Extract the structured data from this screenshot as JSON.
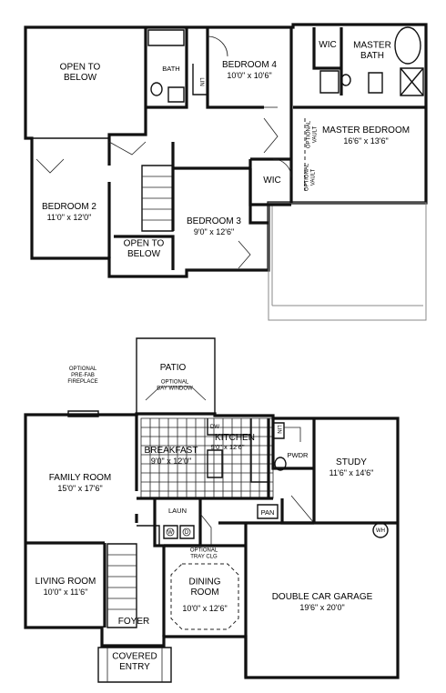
{
  "upper_floor": {
    "open_to_below_1": "OPEN TO\nBELOW",
    "bath": "BATH",
    "lin_upper": "LIN",
    "bedroom4": {
      "name": "BEDROOM 4",
      "size": "10'0\" x 10'6\""
    },
    "wic_1": "WIC",
    "master_bath": "MASTER\nBATH",
    "optional_vault_1": "OPTIONAL\nVAULT",
    "master_bedroom": {
      "name": "MASTER BEDROOM",
      "size": "16'6\" x 13'6\""
    },
    "optional_vault_2": "OPTIONAL\nVAULT",
    "wic_2": "WIC",
    "bedroom2": {
      "name": "BEDROOM 2",
      "size": "11'0\" x 12'0\""
    },
    "bedroom3": {
      "name": "BEDROOM 3",
      "size": "9'0\" x 12'6\""
    },
    "open_to_below_2": "OPEN TO\nBELOW"
  },
  "lower_floor": {
    "patio": "PATIO",
    "optional_fireplace": "OPTIONAL\nPRE-FAB\nFIREPLACE",
    "optional_bay_window": "OPTIONAL\nBAY WINDOW",
    "kitchen": {
      "name": "KITCHEN",
      "size": "9'0\" x 12'6\""
    },
    "dw": "DW",
    "lin_lower": "LIN",
    "pwdr": "PWDR",
    "breakfast": {
      "name": "BREAKFAST",
      "size": "9'0\" x 12'0\""
    },
    "family_room": {
      "name": "FAMILY ROOM",
      "size": "15'0\" x 17'6\""
    },
    "study": {
      "name": "STUDY",
      "size": "11'6\" x 14'6\""
    },
    "laun": "LAUN",
    "pan": "PAN",
    "appliance_w": "W",
    "appliance_d": "D",
    "optional_tray_clg": "OPTIONAL\nTRAY CLG",
    "dining_room": {
      "name": "DINING\nROOM",
      "size": "10'0\" x 12'6\""
    },
    "living_room": {
      "name": "LIVING ROOM",
      "size": "10'0\" x 11'6\""
    },
    "double_car_garage": {
      "name": "DOUBLE CAR GARAGE",
      "size": "19'6\" x 20'0\""
    },
    "water_heater": "WH",
    "foyer": "FOYER",
    "covered_entry": "COVERED\nENTRY"
  }
}
